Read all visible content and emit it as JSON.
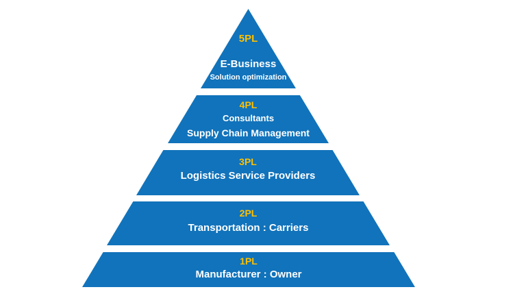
{
  "diagram": {
    "type": "pyramid",
    "colors": {
      "tier_fill": "#1173bb",
      "level_label": "#ffc000",
      "tier_text": "#ffffff",
      "background": "#ffffff"
    },
    "tiers": [
      {
        "level": "5PL",
        "lines": [
          "E-Business",
          "Solution optimization"
        ]
      },
      {
        "level": "4PL",
        "lines": [
          "Consultants",
          "Supply Chain Management"
        ]
      },
      {
        "level": "3PL",
        "lines": [
          "Logistics Service Providers"
        ]
      },
      {
        "level": "2PL",
        "lines": [
          "Transportation : Carriers"
        ]
      },
      {
        "level": "1PL",
        "lines": [
          "Manufacturer : Owner"
        ]
      }
    ]
  }
}
